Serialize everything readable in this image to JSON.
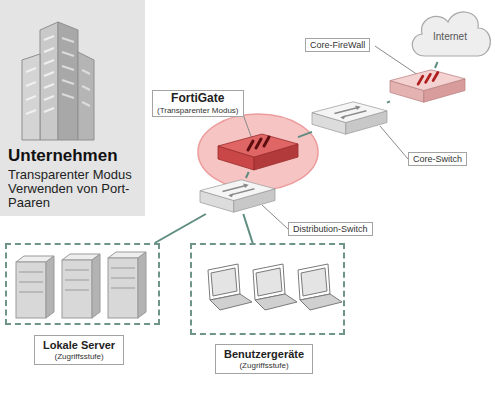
{
  "diagram": {
    "nodes": [
      {
        "text": [
          "Unternehmen",
          "Transparenter Modus Verwenden von Port-Paaren"
        ]
      },
      {
        "text": [
          "Internet"
        ]
      },
      {
        "text": [
          "Core-FireWall"
        ]
      },
      {
        "text": [
          "Core-Switch"
        ]
      },
      {
        "text": [
          "FortiGate",
          "(Transparenter Modus)"
        ]
      },
      {
        "text": [
          "Distribution-Switch"
        ]
      },
      {
        "text": [
          "Lokale Server",
          "(Zugriffsstufe)"
        ]
      },
      {
        "text": [
          "Benutzergeräte",
          "(Zugriffsstufe)"
        ]
      }
    ],
    "edges": [
      {
        "from": 1,
        "to": 2,
        "arrow": "none"
      },
      {
        "from": 2,
        "to": 3,
        "arrow": "none"
      },
      {
        "from": 3,
        "to": 4,
        "arrow": "none"
      },
      {
        "from": 4,
        "to": 5,
        "arrow": "none"
      },
      {
        "from": 5,
        "to": 6,
        "arrow": "none"
      },
      {
        "from": 5,
        "to": 7,
        "arrow": "none"
      }
    ]
  }
}
